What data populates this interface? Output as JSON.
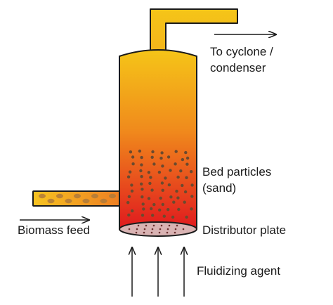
{
  "labels": {
    "outlet_line1": "To cyclone /",
    "outlet_line2": "condenser",
    "bed_line1": "Bed particles",
    "bed_line2": "(sand)",
    "biomass": "Biomass feed",
    "distributor": "Distributor plate",
    "fluidizing": "Fluidizing agent"
  },
  "colors": {
    "reactor_top": "#f5c518",
    "reactor_middle": "#f08a1c",
    "reactor_bottom": "#e0191e",
    "feed_tube_left": "#f6c321",
    "feed_tube_right": "#ee7f22",
    "particle": "#6b4a2e",
    "distributor_plate": "#d9b3b3",
    "outline": "#1a1a1a"
  }
}
